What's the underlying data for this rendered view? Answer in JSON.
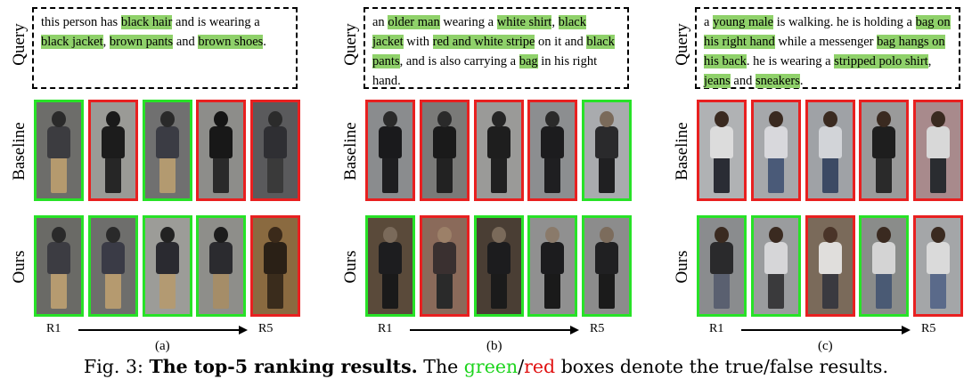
{
  "row_labels": {
    "query": "Query",
    "baseline": "Baseline",
    "ours": "Ours"
  },
  "rank_start": "R1",
  "rank_end": "R5",
  "panels": [
    {
      "sub": "(a)",
      "query_parts": [
        {
          "t": "this person has ",
          "h": false
        },
        {
          "t": "black hair",
          "h": true
        },
        {
          "t": " and is wearing a ",
          "h": false
        },
        {
          "t": "black jacket",
          "h": true
        },
        {
          "t": ", ",
          "h": false
        },
        {
          "t": "brown pants",
          "h": true
        },
        {
          "t": " and ",
          "h": false
        },
        {
          "t": "brown shoes",
          "h": true
        },
        {
          "t": ".",
          "h": false
        }
      ],
      "baseline": [
        {
          "ok": true,
          "bg": "#6d6d6a",
          "head": "#2a2a2a",
          "torso": "#3c3c40",
          "legs": "#b59a6e"
        },
        {
          "ok": false,
          "bg": "#9a9a96",
          "head": "#1a1a1a",
          "torso": "#1c1c1c",
          "legs": "#262626"
        },
        {
          "ok": true,
          "bg": "#707070",
          "head": "#2a2a2a",
          "torso": "#3b3c44",
          "legs": "#b39a70"
        },
        {
          "ok": false,
          "bg": "#8d8d8a",
          "head": "#151515",
          "torso": "#181818",
          "legs": "#2a2a2a"
        },
        {
          "ok": false,
          "bg": "#5a5a5c",
          "head": "#2b2b2b",
          "torso": "#2f2f33",
          "legs": "#3a3a3a"
        }
      ],
      "ours": [
        {
          "ok": true,
          "bg": "#6a6a66",
          "head": "#2a2a2a",
          "torso": "#3c3c42",
          "legs": "#b69b70"
        },
        {
          "ok": true,
          "bg": "#6e6e6c",
          "head": "#2a2a2a",
          "torso": "#3a3b46",
          "legs": "#b59a6f"
        },
        {
          "ok": true,
          "bg": "#9c9c98",
          "head": "#222222",
          "torso": "#2a2a30",
          "legs": "#b39a72"
        },
        {
          "ok": true,
          "bg": "#8e8e8a",
          "head": "#1c1c1c",
          "torso": "#2b2b2f",
          "legs": "#a58d68"
        },
        {
          "ok": false,
          "bg": "#8a6a40",
          "head": "#3b2a1a",
          "torso": "#2a2016",
          "legs": "#3a2c1c"
        }
      ]
    },
    {
      "sub": "(b)",
      "query_parts": [
        {
          "t": "an ",
          "h": false
        },
        {
          "t": "older man",
          "h": true
        },
        {
          "t": " wearing a ",
          "h": false
        },
        {
          "t": "white shirt",
          "h": true
        },
        {
          "t": ", ",
          "h": false
        },
        {
          "t": "black jacket",
          "h": true
        },
        {
          "t": " with ",
          "h": false
        },
        {
          "t": "red and white stripe",
          "h": true
        },
        {
          "t": " on it and ",
          "h": false
        },
        {
          "t": "black pants",
          "h": true
        },
        {
          "t": ", and is also carrying a ",
          "h": false
        },
        {
          "t": "bag",
          "h": true
        },
        {
          "t": " in his right hand.",
          "h": false
        }
      ],
      "baseline": [
        {
          "ok": false,
          "bg": "#8a8c8e",
          "head": "#2a2a2a",
          "torso": "#1a1a1c",
          "legs": "#1e1e20"
        },
        {
          "ok": false,
          "bg": "#7a7a78",
          "head": "#2a2a2a",
          "torso": "#1a1a1a",
          "legs": "#222222"
        },
        {
          "ok": false,
          "bg": "#9a9a98",
          "head": "#252525",
          "torso": "#1e1e1e",
          "legs": "#202020"
        },
        {
          "ok": false,
          "bg": "#8c8e90",
          "head": "#2a2a2a",
          "torso": "#1c1c1e",
          "legs": "#1f1f21"
        },
        {
          "ok": true,
          "bg": "#a9abae",
          "head": "#7a6a5a",
          "torso": "#2a2a2c",
          "legs": "#202022"
        }
      ],
      "ours": [
        {
          "ok": true,
          "bg": "#5a4a3a",
          "head": "#7a6a5a",
          "torso": "#1d1d1f",
          "legs": "#1a1a1a"
        },
        {
          "ok": false,
          "bg": "#8a6a5a",
          "head": "#9c8068",
          "torso": "#3a3030",
          "legs": "#2a2a2a"
        },
        {
          "ok": true,
          "bg": "#4a3e34",
          "head": "#7a6a5a",
          "torso": "#1c1c1e",
          "legs": "#1b1b1b"
        },
        {
          "ok": true,
          "bg": "#909090",
          "head": "#8a7a6a",
          "torso": "#1c1c1e",
          "legs": "#1a1a1a"
        },
        {
          "ok": true,
          "bg": "#8c8c8c",
          "head": "#7c6c5c",
          "torso": "#202022",
          "legs": "#1b1b1b"
        }
      ]
    },
    {
      "sub": "(c)",
      "query_parts": [
        {
          "t": "a ",
          "h": false
        },
        {
          "t": "young male",
          "h": true
        },
        {
          "t": " is walking. he is holding a ",
          "h": false
        },
        {
          "t": "bag on his right hand",
          "h": true
        },
        {
          "t": " while a messenger ",
          "h": false
        },
        {
          "t": "bag hangs on his back",
          "h": true
        },
        {
          "t": ". he is wearing a ",
          "h": false
        },
        {
          "t": "stripped polo shirt",
          "h": true
        },
        {
          "t": ", ",
          "h": false
        },
        {
          "t": "jeans",
          "h": true
        },
        {
          "t": " and ",
          "h": false
        },
        {
          "t": "sneakers",
          "h": true
        },
        {
          "t": ".",
          "h": false
        }
      ],
      "baseline": [
        {
          "ok": false,
          "bg": "#b0b2b4",
          "head": "#3a2a20",
          "torso": "#dcdcdc",
          "legs": "#2a2c34"
        },
        {
          "ok": false,
          "bg": "#a6a8ab",
          "head": "#3a2a20",
          "torso": "#d8d8dc",
          "legs": "#4a5a78"
        },
        {
          "ok": false,
          "bg": "#9fa2a6",
          "head": "#3a2a20",
          "torso": "#d2d4d8",
          "legs": "#3c4a64"
        },
        {
          "ok": false,
          "bg": "#9a9a9a",
          "head": "#3a2a20",
          "torso": "#1e1e1e",
          "legs": "#2a2a2a"
        },
        {
          "ok": false,
          "bg": "#a88a8c",
          "head": "#3a2a20",
          "torso": "#d8d8d8",
          "legs": "#2a2c30"
        }
      ],
      "ours": [
        {
          "ok": true,
          "bg": "#8a8c8e",
          "head": "#3a2a20",
          "torso": "#2a2a2c",
          "legs": "#5a6070"
        },
        {
          "ok": true,
          "bg": "#9a9c9e",
          "head": "#3a2a20",
          "torso": "#d6d6d8",
          "legs": "#3a3a3c"
        },
        {
          "ok": false,
          "bg": "#7a6a5a",
          "head": "#4a3428",
          "torso": "#e0dedc",
          "legs": "#3a3a40"
        },
        {
          "ok": true,
          "bg": "#8a8c8a",
          "head": "#3a2a20",
          "torso": "#d4d4d4",
          "legs": "#4a5a74"
        },
        {
          "ok": false,
          "bg": "#a4a6a8",
          "head": "#3a2a20",
          "torso": "#dadada",
          "legs": "#5a6a8a"
        }
      ]
    }
  ],
  "caption": {
    "prefix": "Fig. 3: ",
    "bold": "The top-5 ranking results.",
    "mid": " The ",
    "green": "green",
    "slash": "/",
    "red": "red",
    "suffix": " boxes denote the true/false results."
  },
  "colors": {
    "true_border": "#27e227",
    "false_border": "#e82020",
    "highlight": "#8fd16a"
  }
}
